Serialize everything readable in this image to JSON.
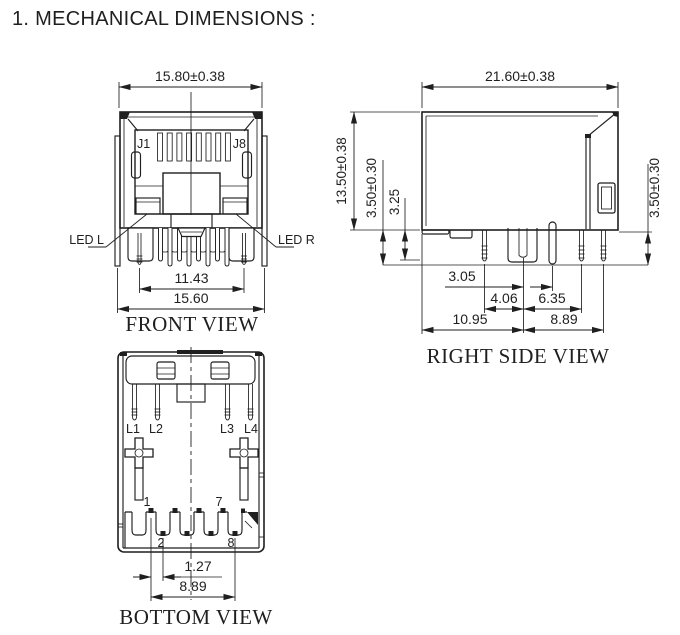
{
  "title": "1. MECHANICAL DIMENSIONS :",
  "front_view": {
    "caption": "FRONT VIEW",
    "dim_top_width": "15.80±0.38",
    "dim_led_pin_span": "11.43",
    "dim_bottom_width": "15.60",
    "label_j1": "J1",
    "label_j8": "J8",
    "label_led_left": "LED L",
    "label_led_right": "LED R"
  },
  "right_side_view": {
    "caption": "RIGHT SIDE VIEW",
    "dim_top_depth": "21.60±0.38",
    "dim_total_height": "13.50±0.38",
    "dim_pin_length_left": "3.50±0.30",
    "dim_post_length": "3.25",
    "dim_pin_length_right": "3.50±0.30",
    "dim_peg_offset": "3.05",
    "dim_pin_to_center": "4.06",
    "dim_center_to_pin": "6.35",
    "dim_left_span": "10.95",
    "dim_right_span": "8.89"
  },
  "bottom_view": {
    "caption": "BOTTOM VIEW",
    "dim_pin_pitch": "1.27",
    "dim_pin_row_span": "8.89",
    "label_l1": "L1",
    "label_l2": "L2",
    "label_l3": "L3",
    "label_l4": "L4",
    "label_pin1": "1",
    "label_pin2": "2",
    "label_pin7": "7",
    "label_pin8": "8"
  },
  "colors": {
    "line": "#1f1f1f",
    "background": "#ffffff"
  }
}
